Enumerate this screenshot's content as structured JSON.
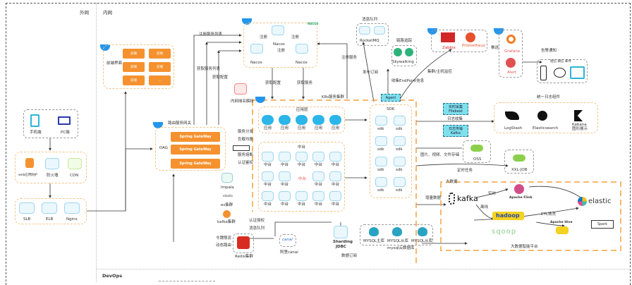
{
  "zones": {
    "external": "外网",
    "internal": "内网",
    "devops": "DevOps"
  },
  "clients": {
    "items": [
      "手机端",
      "PC端"
    ]
  },
  "security": {
    "items": [
      "web应用防护",
      "防火墙",
      "CDN"
    ]
  },
  "lb": {
    "items": [
      "SLB",
      "ELB",
      "Nginx"
    ]
  },
  "frontend": {
    "label": "前端界面",
    "buttons": [
      "前端",
      "前端",
      "前端",
      "前端",
      "前端",
      "..."
    ]
  },
  "gateway": {
    "title": "路由服务网关",
    "dag": "DAG",
    "buttons": [
      "Spring GateWay",
      "Spring GateWay",
      "Spring GateWay"
    ],
    "features": [
      "服务分发",
      "负载均衡",
      "服务熔断",
      "认证鉴权"
    ]
  },
  "nacos": {
    "logo": "NACOS",
    "nodes": [
      "Nacos",
      "Nacos",
      "Nacos"
    ],
    "edges": [
      "注册",
      "注册",
      "注册"
    ]
  },
  "arrows": {
    "register_list": "注册服务列表",
    "get_list": "获取服务列表",
    "get_config": "获取配置",
    "get_config2": "获取配置",
    "get_service": "获取服务",
    "register_service": "注册服务",
    "dns": "内网域名解析",
    "k8s": "K8s服务集群",
    "publish": "发布订阅",
    "collect": "收集EndPoint信息",
    "monitor": "集群/主机监控",
    "notify": "告警通知",
    "push": "推送",
    "log_collect": "日志收集",
    "file_store": "图片、视频、文件存储",
    "schedule": "定时任务",
    "sync": "增量数据",
    "auth": "认证授权",
    "mq": "消息队列",
    "cmd": "令牌限流",
    "dyn": "动态路由",
    "data_sub": "数据订阅",
    "realtime": "实时",
    "offline": "离线",
    "etl": "ETL清洗"
  },
  "apps": {
    "title": "应用层",
    "items": [
      "应用",
      "应用",
      "应用",
      "应用",
      "应用"
    ]
  },
  "middle": {
    "title": "中台",
    "items": [
      "中台",
      "中台",
      "中台",
      "中台",
      "中台",
      "中台",
      "中台",
      "中台",
      "中台",
      "中台",
      "中台",
      "中台",
      "中台",
      "中台",
      "中台"
    ]
  },
  "sdk": {
    "title": "SDK",
    "items": [
      "sdk",
      "sdk",
      "sdk",
      "sdk",
      "sdk",
      "sdk",
      "sdk",
      "sdk"
    ]
  },
  "side": {
    "items": [
      "Impala",
      "es集群",
      "kafka集群"
    ],
    "es_logo": "elastic"
  },
  "mq": {
    "title": "消息队列",
    "name": "RocketMQ"
  },
  "tracing": {
    "title": "链路追踪",
    "name": "Skywalking"
  },
  "agent": "Agent",
  "monitoring": {
    "items": [
      "Zabbix",
      "Prometheus"
    ],
    "grafana": "Grafana",
    "alert": "Alert",
    "channels": "短信 微信 邮件"
  },
  "logging": {
    "title": "统一日志组件",
    "filebeat": [
      "实时采集",
      "Filebeat"
    ],
    "kafka": [
      "日志传输",
      "Kafka"
    ],
    "items": [
      "LogStash",
      "Elasticsearch",
      "Kabana图形展示"
    ]
  },
  "storage": {
    "oss": "OSS",
    "xxl": "XXL-JOB"
  },
  "bigdata": {
    "title": "大数据",
    "footer": "大数据智能平台",
    "kafka": "kafka",
    "flink": "Apache Flink",
    "hadoop": "hadoop",
    "hive": "Apache Hive",
    "elastic": "elastic",
    "spark": "Spark",
    "sqoop": "sqoop"
  },
  "db": {
    "sharding": [
      "Sharding",
      "JDBC"
    ],
    "mysql": [
      "MYSQL主库",
      "MYSQL从库",
      "MYSQL从库"
    ],
    "cluster": "mysql云数据库",
    "redis": "Redis集群",
    "canal": "阿里canal",
    "canal_logo": "canal"
  }
}
